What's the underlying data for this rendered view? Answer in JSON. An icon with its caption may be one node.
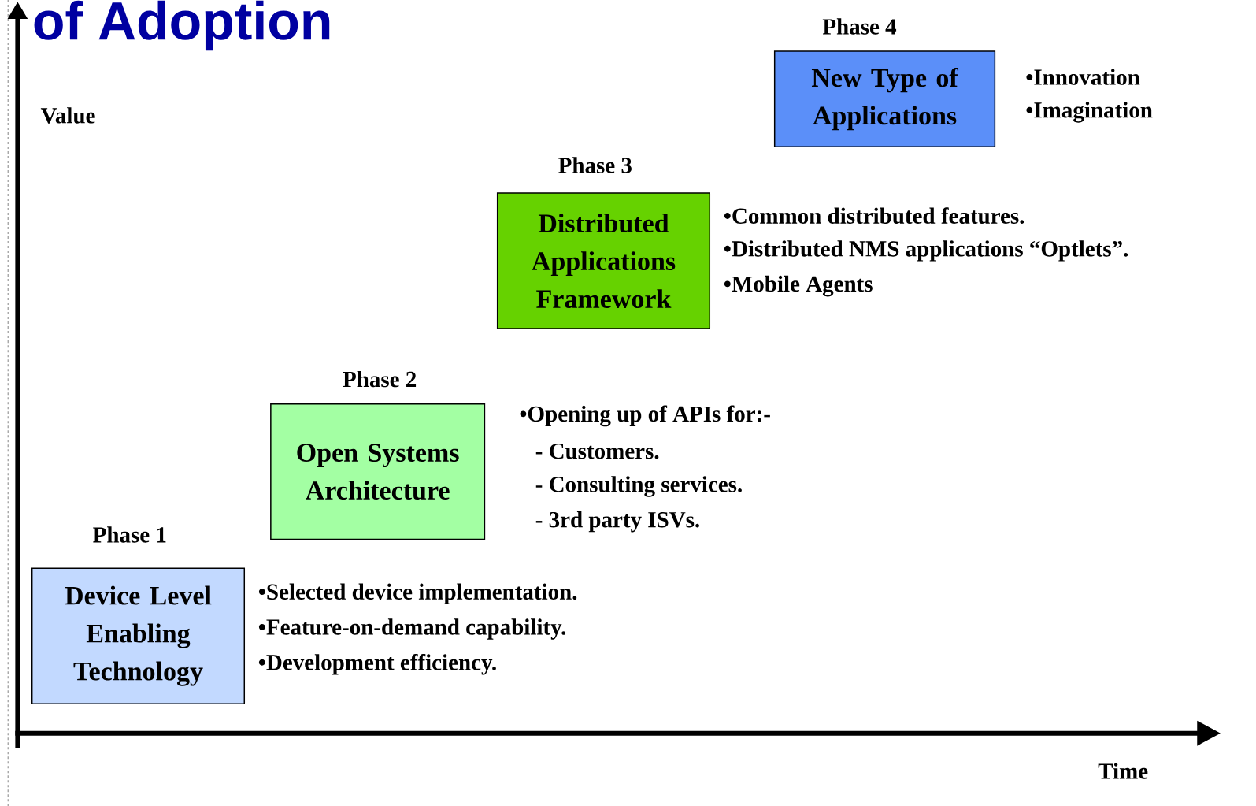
{
  "diagram": {
    "title": "of Adoption",
    "nodes": [
      {
        "text": [
          "Phase 1",
          "Device Level Enabling Technology"
        ],
        "beside": [
          "•Selected device implementation.",
          "•Feature-on-demand capability.",
          "•Development efficiency."
        ]
      },
      {
        "text": [
          "Phase 2",
          "Open Systems Architecture"
        ],
        "beside": [
          "•Opening up of APIs for:-",
          "- Customers.",
          "- Consulting services.",
          "- 3rd party ISVs."
        ]
      },
      {
        "text": [
          "Phase 3",
          "Distributed Applications Framework"
        ],
        "beside": [
          "•Common distributed features.",
          "•Distributed NMS applications “Optlets”.",
          "•Mobile Agents"
        ]
      },
      {
        "text": [
          "Phase 4",
          "New Type of Applications"
        ],
        "beside": [
          "•Innovation",
          "•Imagination"
        ]
      }
    ],
    "labels": [
      "Value",
      "Time"
    ]
  }
}
